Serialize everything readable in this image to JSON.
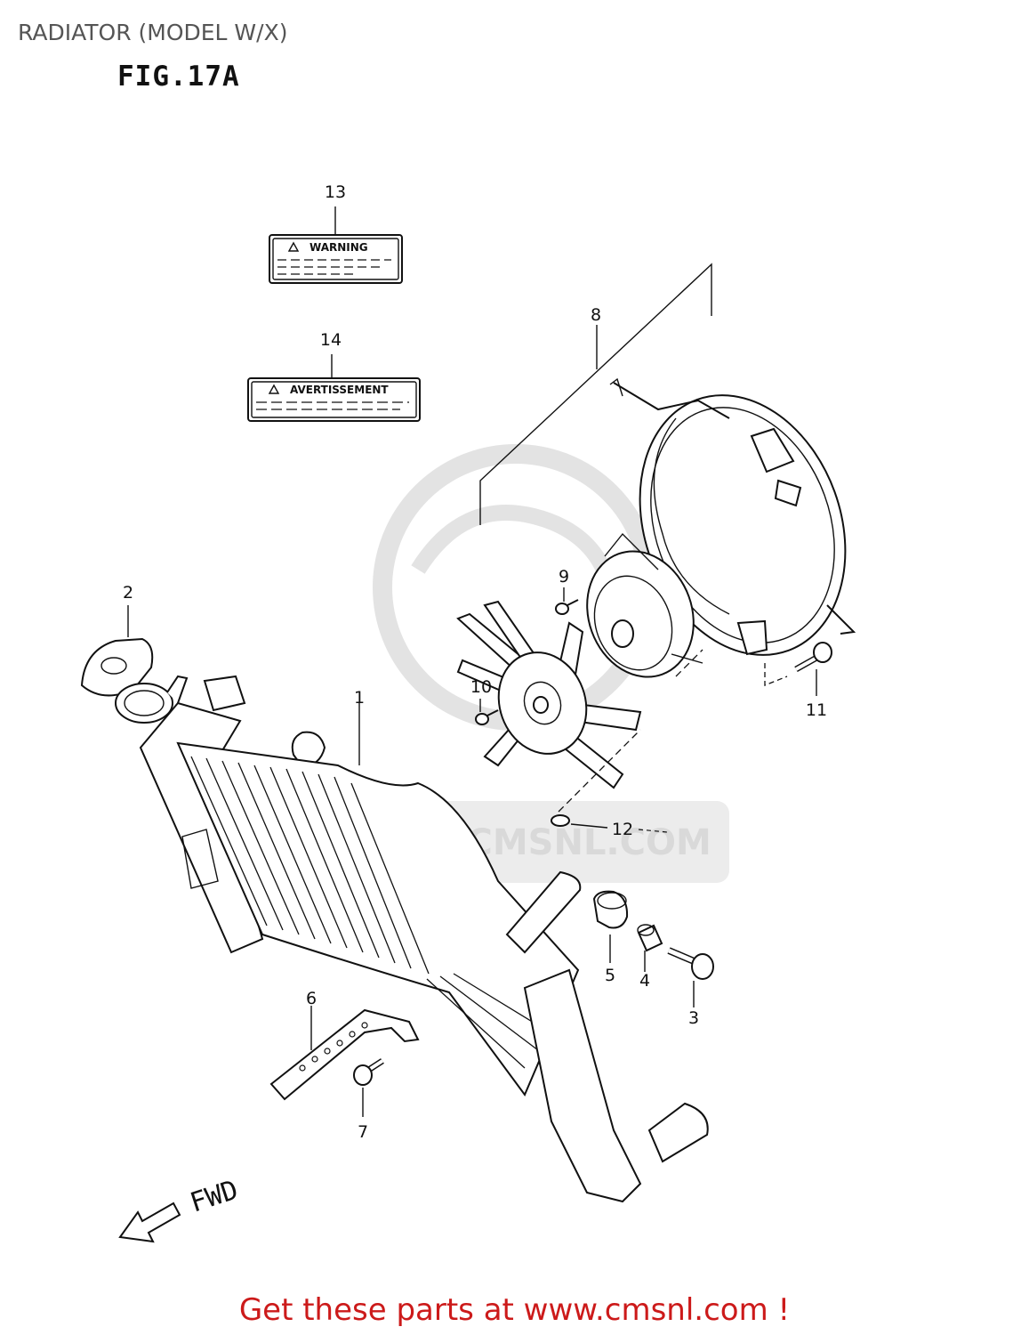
{
  "header": {
    "title": "RADIATOR (MODEL W/X)",
    "figure": "FIG.17A"
  },
  "labels": {
    "warning": "WARNING",
    "avertissement": "AVERTISSEMENT",
    "fwd": "FWD"
  },
  "watermark": {
    "text": "WWW.CMSNL.COM"
  },
  "callouts": [
    "1",
    "2",
    "3",
    "4",
    "5",
    "6",
    "7",
    "8",
    "9",
    "10",
    "11",
    "12",
    "13",
    "14"
  ],
  "footer": {
    "cta": "Get these parts at www.cmsnl.com !"
  },
  "colors": {
    "cta": "#cc1a1a",
    "watermark": "#d9d9d9",
    "line": "#111111"
  }
}
